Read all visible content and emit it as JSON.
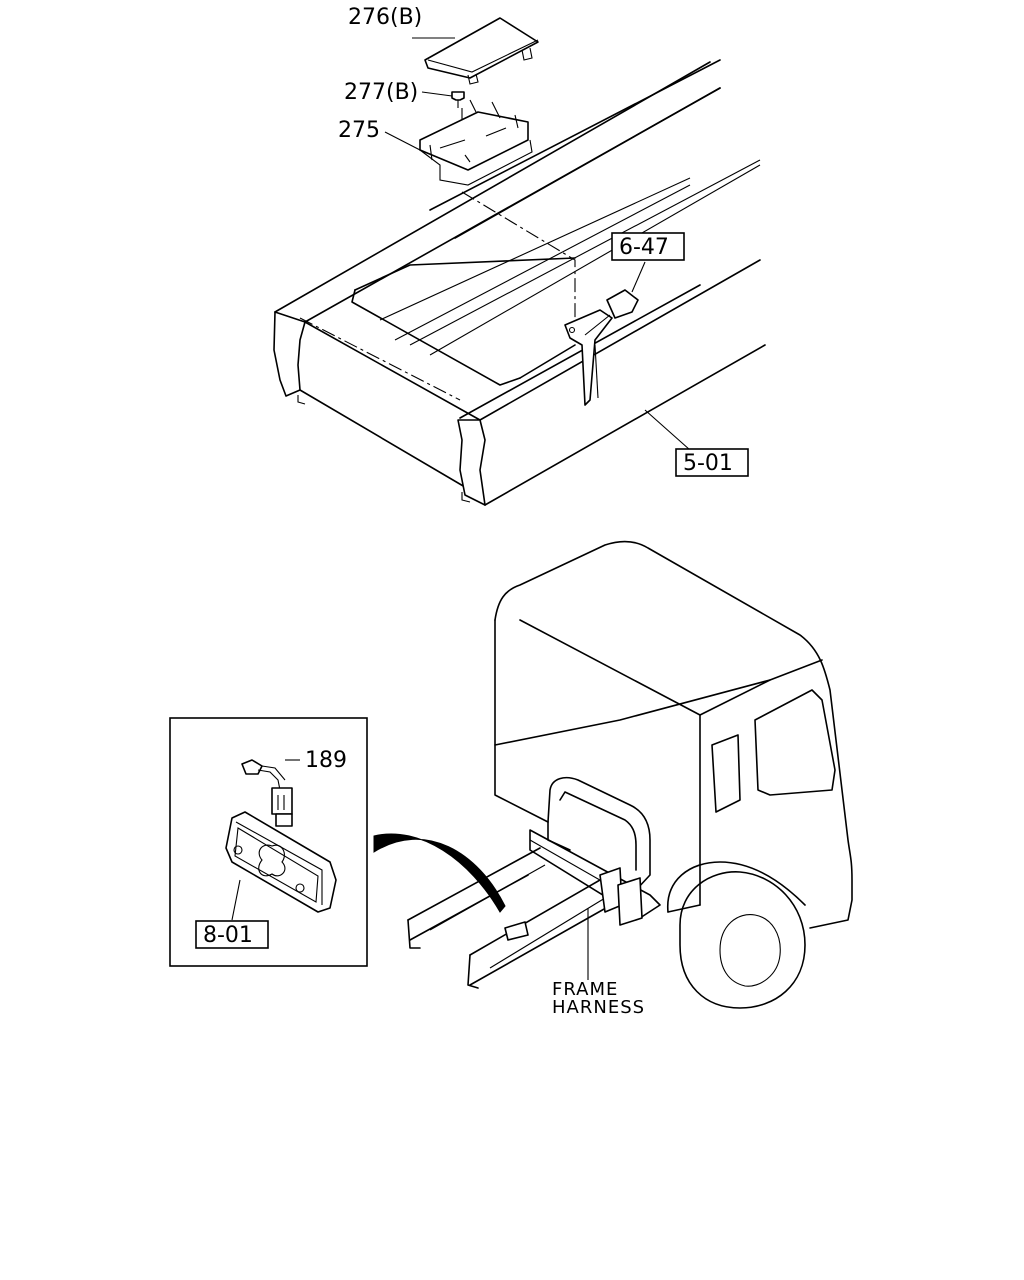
{
  "callouts": {
    "part_276": "276(B)",
    "part_277": "277(B)",
    "part_275": "275",
    "ref_6_47": "6-47",
    "ref_5_01": "5-01",
    "part_189": "189",
    "ref_8_01": "8-01"
  },
  "labels": {
    "frame_line1": "FRAME",
    "frame_line2": "HARNESS"
  }
}
